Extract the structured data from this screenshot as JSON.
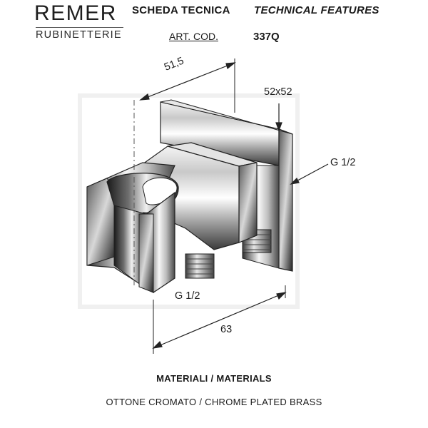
{
  "header": {
    "brand_name": "REMER",
    "brand_subtitle": "RUBINETTERIE",
    "title_it": "SCHEDA TECNICA",
    "title_en": "TECHNICAL FEATURES",
    "article_label": "ART. COD.",
    "article_code": "337Q"
  },
  "dimensions": {
    "depth": "51,5",
    "plate": "52x52",
    "thread_right": "G 1/2",
    "thread_bottom": "G 1/2",
    "width": "63"
  },
  "materials": {
    "heading": "MATERIALI / MATERIALS",
    "value": "OTTONE CROMATO / CHROME PLATED BRASS"
  }
}
